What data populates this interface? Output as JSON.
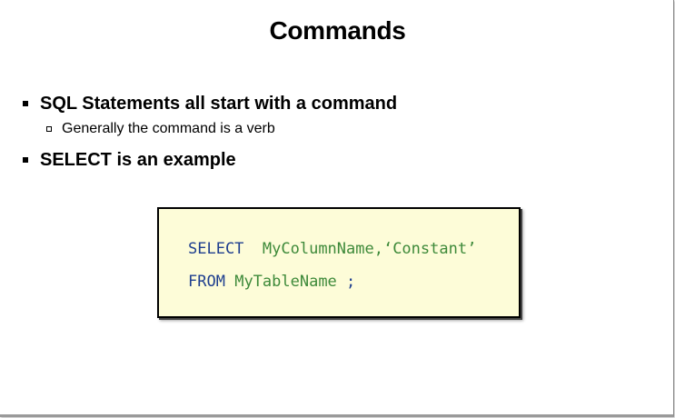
{
  "slide": {
    "title": "Commands",
    "bullets": [
      {
        "level": 1,
        "text": "SQL Statements all start with a command"
      },
      {
        "level": 2,
        "text": "Generally the command is a verb"
      },
      {
        "level": 1,
        "text": "SELECT is an example"
      }
    ],
    "code": {
      "line1": {
        "keyword": "SELECT",
        "spacer": "  ",
        "identifiers": "MyColumnName,‘Constant’"
      },
      "line2": {
        "keyword": "FROM",
        "spacer": " ",
        "identifier": "MyTableName",
        "terminator": " ;"
      }
    }
  },
  "colors": {
    "code_background": "#fdfcd8",
    "keyword": "#1f3f8f",
    "identifier": "#3e8a3a"
  }
}
